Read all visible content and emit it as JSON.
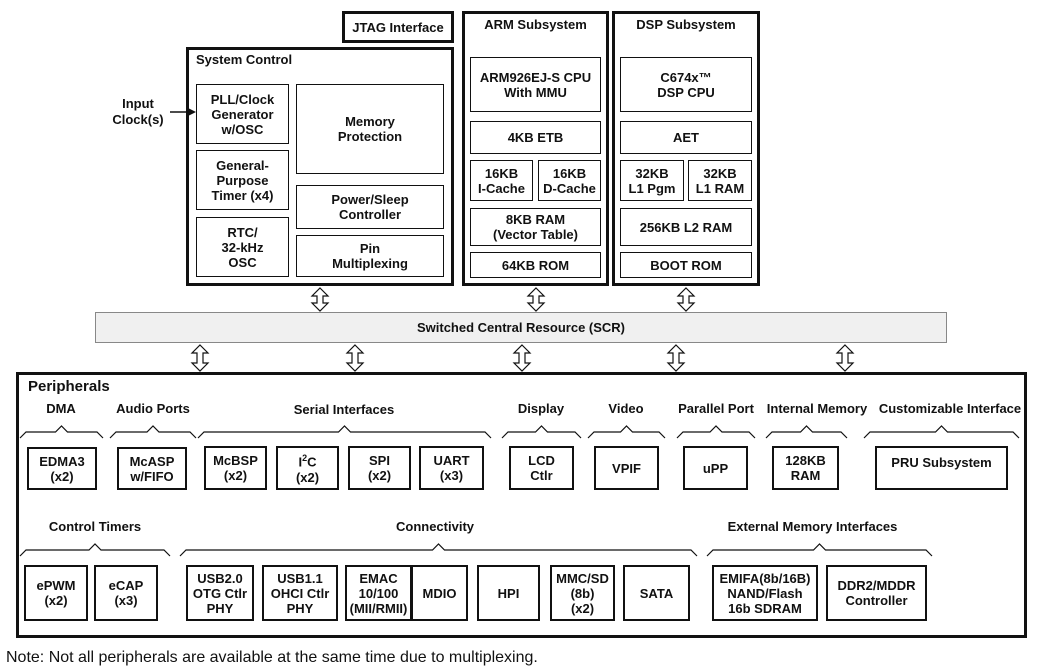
{
  "input_clock": "Input\nClock(s)",
  "jtag": "JTAG Interface",
  "system_control": {
    "title": "System Control",
    "pll": "PLL/Clock\nGenerator\nw/OSC",
    "timer": "General-\nPurpose\nTimer (x4)",
    "rtc": "RTC/\n32-kHz\nOSC",
    "memprot": "Memory\nProtection",
    "power": "Power/Sleep\nController",
    "pinmux": "Pin\nMultiplexing"
  },
  "arm": {
    "title": "ARM Subsystem",
    "cpu": "ARM926EJ-S CPU\nWith MMU",
    "etb": "4KB ETB",
    "icache": "16KB\nI-Cache",
    "dcache": "16KB\nD-Cache",
    "ram": "8KB RAM\n(Vector Table)",
    "rom": "64KB ROM"
  },
  "dsp": {
    "title": "DSP Subsystem",
    "cpu": "C674x™\nDSP CPU",
    "aet": "AET",
    "l1pgm": "32KB\nL1 Pgm",
    "l1ram": "32KB\nL1 RAM",
    "l2": "256KB L2 RAM",
    "boot": "BOOT ROM"
  },
  "scr": "Switched Central Resource (SCR)",
  "peripherals": {
    "title": "Peripherals",
    "categories": {
      "dma": "DMA",
      "audio": "Audio Ports",
      "serial": "Serial Interfaces",
      "display": "Display",
      "video": "Video",
      "parallel": "Parallel Port",
      "intmem": "Internal Memory",
      "custom": "Customizable Interface",
      "timers": "Control Timers",
      "connectivity": "Connectivity",
      "extmem": "External Memory Interfaces"
    },
    "blocks": {
      "edma": "EDMA3\n(x2)",
      "mcasp": "McASP\nw/FIFO",
      "mcbsp": "McBSP\n(x2)",
      "i2c_base": "I",
      "i2c_sup": "2",
      "i2c_rest": "C",
      "i2c_count": "(x2)",
      "spi": "SPI\n(x2)",
      "uart": "UART\n(x3)",
      "lcd": "LCD\nCtlr",
      "vpif": "VPIF",
      "upp": "uPP",
      "ram128": "128KB\nRAM",
      "pru": "PRU Subsystem",
      "epwm": "ePWM\n(x2)",
      "ecap": "eCAP\n(x3)",
      "usb20": "USB2.0\nOTG Ctlr\nPHY",
      "usb11": "USB1.1\nOHCI Ctlr\nPHY",
      "emac": "EMAC\n10/100\n(MII/RMII)",
      "mdio": "MDIO",
      "hpi": "HPI",
      "mmcsd": "MMC/SD\n(8b)\n(x2)",
      "sata": "SATA",
      "emifa": "EMIFA(8b/16B)\nNAND/Flash\n16b SDRAM",
      "ddr2": "DDR2/MDDR\nController"
    }
  },
  "note": "Note: Not all peripherals are available at the same time due to multiplexing."
}
